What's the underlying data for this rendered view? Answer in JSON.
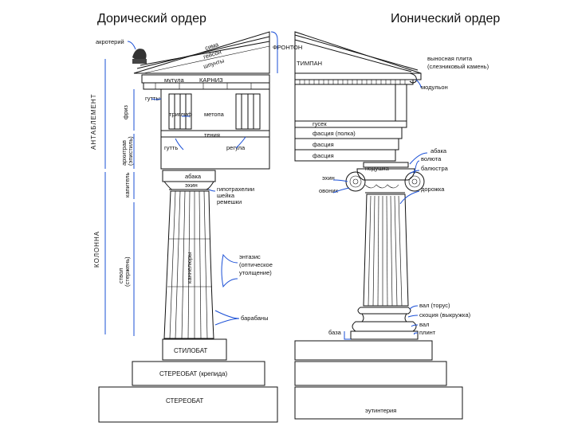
{
  "titles": {
    "doric": "Дорический ордер",
    "ionic": "Ионический ордер"
  },
  "doric": {
    "side_labels": {
      "entablature": "АНТАБЛЕМЕНТ",
      "column": "КОЛОННА",
      "frieze": "фриз",
      "architrave": "архитрав (эпистиль)",
      "capital": "капитель",
      "shaft": "ствол (стержень)"
    },
    "labels": {
      "acroterion": "акротерий",
      "sima": "сима",
      "geison": "гейсон",
      "mutula": "мутула",
      "cornice": "КАРНИЗ",
      "guttae_top": "гутты",
      "triglyph": "триглиф",
      "metope": "метопа",
      "taenia": "тения",
      "gutta": "гутть",
      "regula": "регула",
      "abacus": "абака",
      "echinus": "эхин",
      "hypotrachelion": "гипотрахелии",
      "neck": "шейка",
      "annuli": "ремешки",
      "flutes": "каннелюры",
      "entasis": "энтазис (оптическое утолщение)",
      "drums": "барабаны",
      "stylobate": "СТИЛОБАТ",
      "stereobate_krepis": "СТЕРЕОБАТ (крепида)",
      "stereobate": "СТЕРЕОБАТ"
    }
  },
  "ionic": {
    "labels": {
      "pediment": "ФРОНТОН",
      "tympanum": "ТИМПАН",
      "corona": "выносная плита (слезниковый камень)",
      "modillion": "модульон",
      "cyma": "гусек",
      "fascia_shelf": "фасция (полка)",
      "fascia1": "фасция",
      "fascia2": "фасция",
      "abacus": "абака",
      "volute": "волюта",
      "cushion": "подушка",
      "baluster": "балюстра",
      "echinus": "эхин",
      "ovolo": "овоник",
      "flute": "дорожка",
      "torus": "вал (торус)",
      "scotia": "скоция (выкружка)",
      "torus2": "вал",
      "plinth": "плинт",
      "base": "база",
      "euthynteria": "эутинтерия"
    }
  }
}
